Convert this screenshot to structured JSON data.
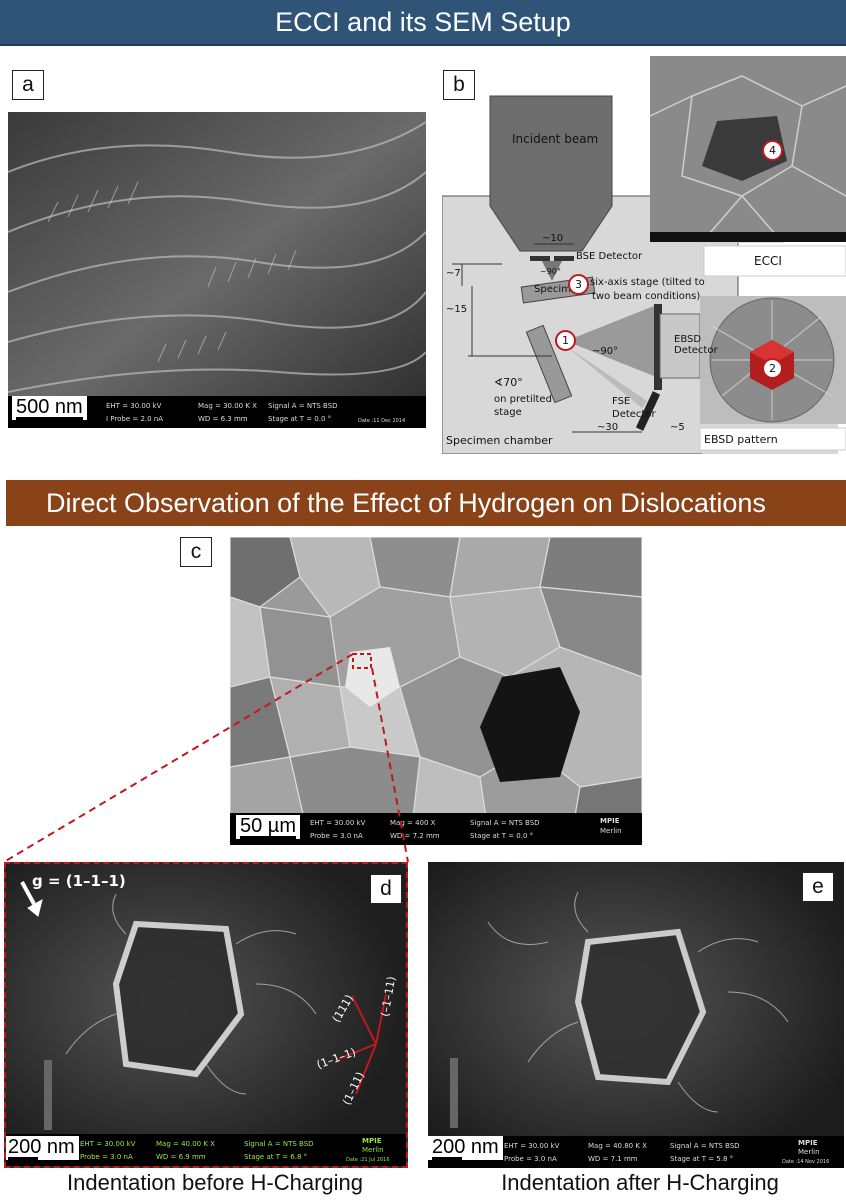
{
  "banners": {
    "top": "ECCI and its SEM Setup",
    "middle": "Direct Observation of the Effect of Hydrogen on Dislocations"
  },
  "panels": {
    "a": {
      "label": "a",
      "scale": "500 nm",
      "info": [
        "EHT = 30.00 kV",
        "Mag = 30.00 K X",
        "Signal A = NTS BSD",
        "I Probe = 2.0 nA",
        "WD = 6.3 mm",
        "Stage at T = 0.0 °",
        "Date :11 Dec 2014"
      ]
    },
    "b": {
      "label": "b",
      "incident_beam": "Incident beam",
      "dim_10": "~10",
      "bse_detector": "BSE Detector",
      "angle_90_top": "~90°",
      "dim_7": "~7",
      "dim_15": "~15",
      "six_axis": "six-axis stage (tilted to",
      "six_axis2": "two beam conditions)",
      "specimen": "Specimen",
      "angle_90": "~90°",
      "ebsd_detector": "EBSD Detector",
      "angle_70": "∢70°",
      "on_pretilted": "on pretilted",
      "stage": "stage",
      "fse": "FSE",
      "fse_detector": "Detector",
      "dim_30": "~30",
      "dim_5": "~5",
      "chamber": "Specimen chamber",
      "ecci": "ECCI",
      "ebsd_pattern": "EBSD pattern",
      "circles": [
        "1",
        "2",
        "3",
        "4"
      ]
    },
    "c": {
      "label": "c",
      "scale": "50 µm",
      "info": [
        "EHT = 30.00 kV",
        "Mag = 400 X",
        "Signal A = NTS BSD",
        "Probe = 3.0 nA",
        "WD = 7.2 mm",
        "Stage at T = 0.0 °",
        "MPIE",
        "Merlin"
      ]
    },
    "d": {
      "label": "d",
      "g_vector": "g = (1–1–1)",
      "scale": "200 nm",
      "planes": [
        "(111)",
        "(–1–11)",
        "(1–1–1)",
        "(1–11)"
      ],
      "info": [
        "EHT = 30.00 kV",
        "Mag = 40.00 K X",
        "Signal A = NTS BSD",
        "Probe = 3.0 nA",
        "WD = 6.9 mm",
        "Stage at T = 6.8 °",
        "MPIE",
        "Merlin",
        "Date :21 Jul 2016"
      ]
    },
    "e": {
      "label": "e",
      "scale": "200 nm",
      "info": [
        "EHT = 30.00 kV",
        "Mag = 40.80 K X",
        "Signal A = NTS BSD",
        "Probe = 3.0 nA",
        "WD = 7.1 mm",
        "Stage at T = 5.8 °",
        "MPIE",
        "Merlin",
        "Date :14 Nov 2016"
      ]
    }
  },
  "captions": {
    "before": "Indentation before H-Charging",
    "after": "Indentation after H-Charging"
  },
  "colors": {
    "banner_blue": "#2f5478",
    "banner_brown": "#8a4219",
    "highlight_red": "#c0181e"
  }
}
